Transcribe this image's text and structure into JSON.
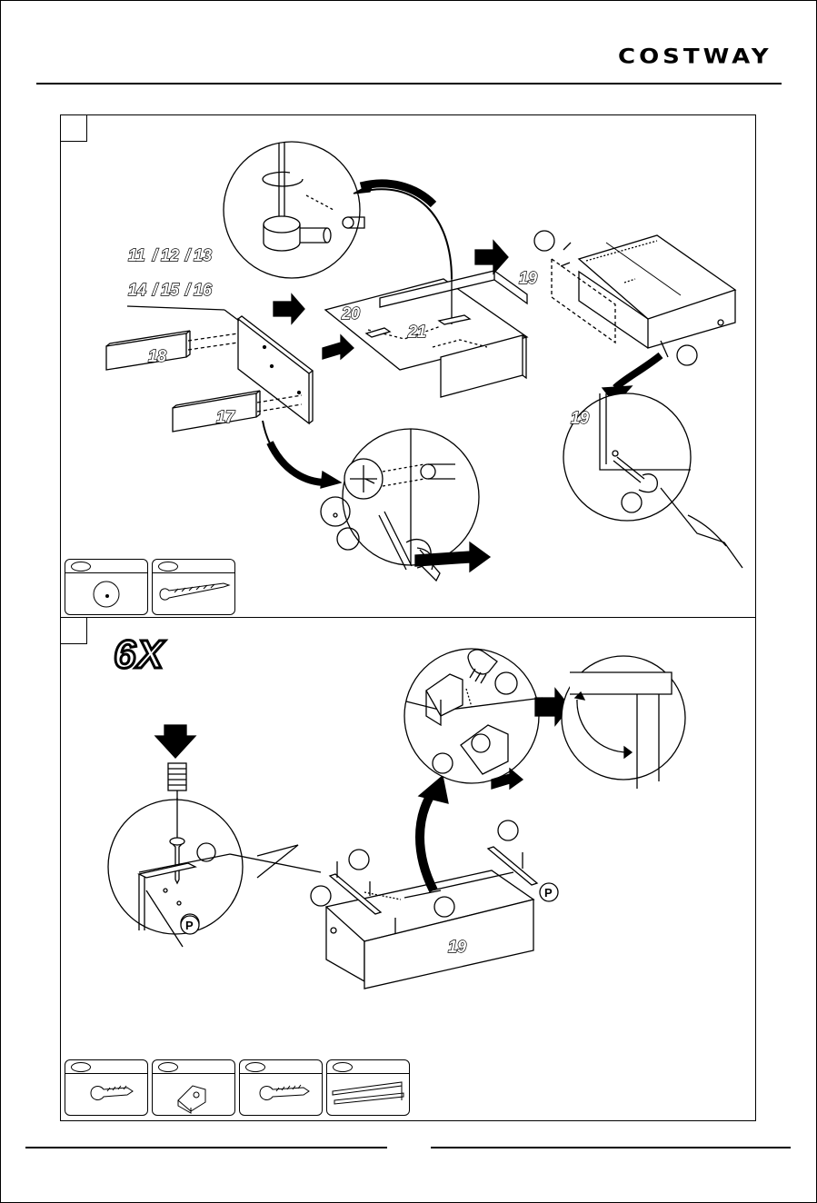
{
  "brand": {
    "name": "COSTWAY"
  },
  "step_a": {
    "callouts": [
      "11",
      "12",
      "13",
      "14",
      "15",
      "16",
      "18",
      "17",
      "20",
      "21",
      "19",
      "19"
    ],
    "callout_separator": "/"
  },
  "step_b": {
    "multiplier": "6X",
    "callouts": [
      "19"
    ],
    "p_label": "P"
  }
}
